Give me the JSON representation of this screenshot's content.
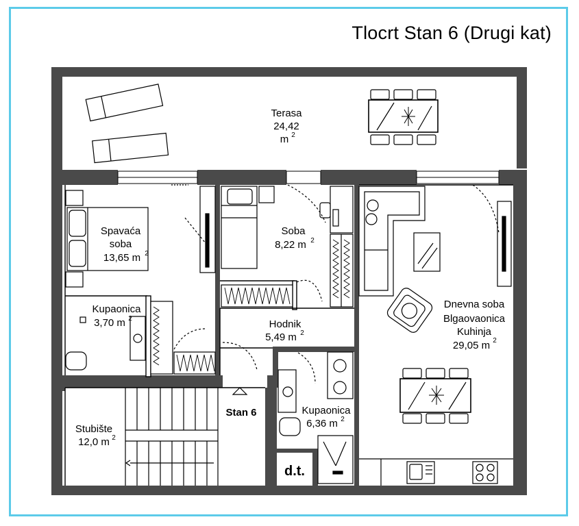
{
  "title": "Tlocrt Stan 6 (Drugi kat)",
  "rooms": {
    "terasa": {
      "name": "Terasa",
      "area": "24,42",
      "unit": "m",
      "sup": "2"
    },
    "spavaca": {
      "name1": "Spavaća",
      "name2": "soba",
      "area": "13,65 m",
      "sup": "2"
    },
    "soba": {
      "name": "Soba",
      "area": "8,22 m",
      "sup": "2"
    },
    "dnevna": {
      "name1": "Dnevna soba",
      "name2": "Blgaovaonica",
      "name3": "Kuhinja",
      "area": "29,05 m",
      "sup": "2"
    },
    "kupaonica1": {
      "name": "Kupaonica",
      "area": "3,70 m",
      "sup": "2"
    },
    "hodnik": {
      "name": "Hodnik",
      "area": "5,49 m",
      "sup": "2"
    },
    "kupaonica2": {
      "name": "Kupaonica",
      "area": "6,36 m",
      "sup": "2"
    },
    "stubiste": {
      "name": "Stubište",
      "area": "12,0 m",
      "sup": "2"
    }
  },
  "labels": {
    "stan": "Stan 6",
    "dt": "d.t."
  },
  "colors": {
    "wall": "#4a4a4a",
    "frame": "#5ccbe9"
  }
}
